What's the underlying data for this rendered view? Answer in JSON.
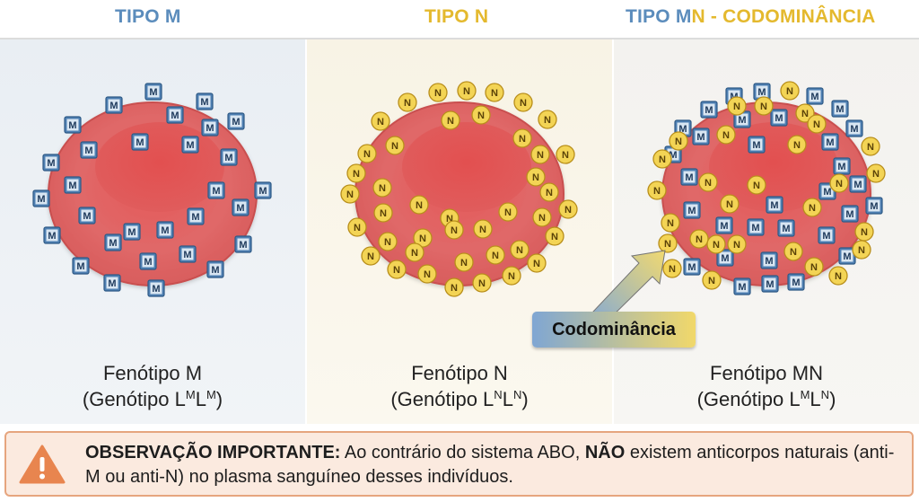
{
  "headers": {
    "m": "TIPO M",
    "n": "TIPO N",
    "mn_m_part": "TIPO M",
    "mn_rest": "N - CODOMINÂNCIA"
  },
  "colors": {
    "m_blue": "#5b8cbc",
    "n_yellow": "#e4b92e",
    "cell_red": "#e06a6a",
    "warning_orange": "#e8854f"
  },
  "antigens": {
    "m": "M",
    "n": "N"
  },
  "panels": [
    {
      "phenotype": "Fenótipo M",
      "genotype_prefix": "(Genótipo L",
      "sup1": "M",
      "mid": "L",
      "sup2": "M",
      "genotype_suffix": ")"
    },
    {
      "phenotype": "Fenótipo N",
      "genotype_prefix": "(Genótipo L",
      "sup1": "N",
      "mid": "L",
      "sup2": "N",
      "genotype_suffix": ")"
    },
    {
      "phenotype": "Fenótipo MN",
      "genotype_prefix": "(Genótipo L",
      "sup1": "M",
      "mid": "L",
      "sup2": "N",
      "genotype_suffix": ")"
    }
  ],
  "codominance_label": "Codominância",
  "note": {
    "icon": "warning-triangle-icon",
    "bold_lead": "OBSERVAÇÃO IMPORTANTE:",
    "text_1": " Ao contrário do sistema ABO, ",
    "bold_mid": "NÃO",
    "text_2": " existem anticorpos naturais (anti-M ou anti-N) no plasma sanguíneo desses indivíduos."
  }
}
